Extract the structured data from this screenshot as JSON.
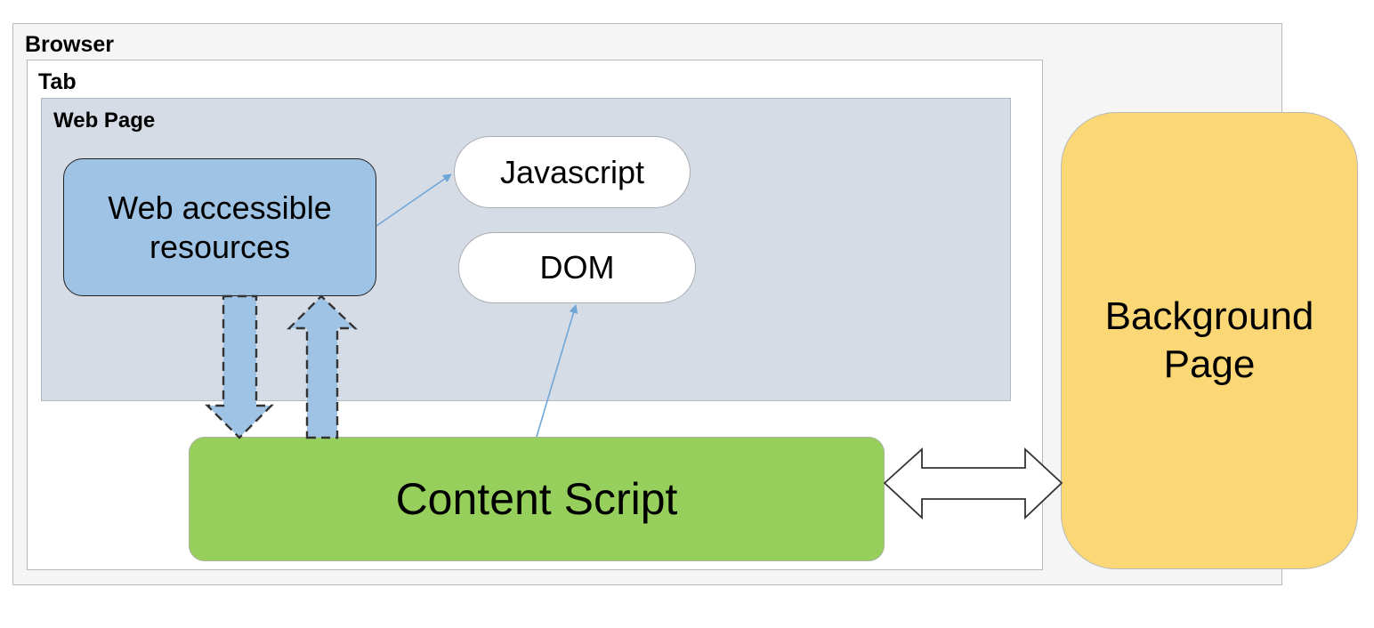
{
  "labels": {
    "browser": "Browser",
    "tab": "Tab",
    "web_page": "Web Page"
  },
  "nodes": {
    "web_accessible_resources": "Web accessible\nresources",
    "javascript": "Javascript",
    "dom": "DOM",
    "content_script": "Content Script",
    "background_page": "Background\nPage"
  },
  "colors": {
    "browser_fill": "#f5f5f5",
    "web_page_fill": "#d6dce6",
    "web_accessible_fill": "#9fc3e5",
    "content_script_fill": "#96cf5b",
    "background_page_fill": "#fcd775",
    "arrow_blue": "#6fa6d8"
  }
}
